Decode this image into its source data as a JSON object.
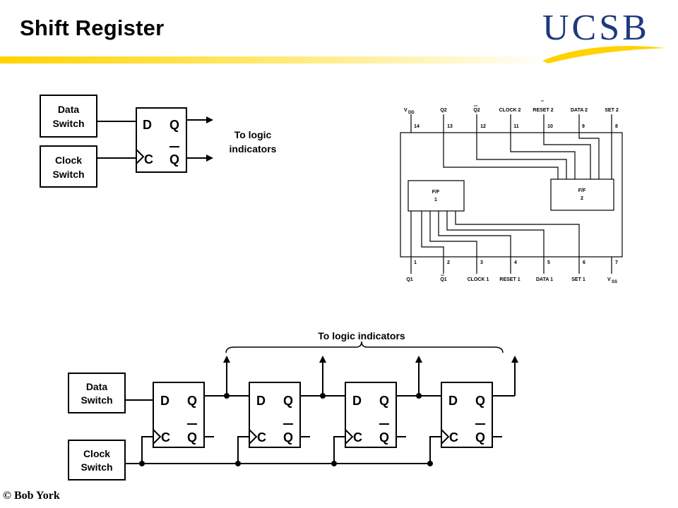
{
  "slide": {
    "title": "Shift Register",
    "logo_text": "UCSB",
    "copyright": "© Bob York",
    "colors": {
      "logo": "#1e3a7b",
      "accent": "#ffd200"
    }
  },
  "single_circuit": {
    "data_switch": [
      "Data",
      "Switch"
    ],
    "clock_switch": [
      "Clock",
      "Switch"
    ],
    "ff": {
      "d": "D",
      "q": "Q",
      "c": "C",
      "qbar": "Q"
    },
    "output_label": [
      "To logic",
      "indicators"
    ]
  },
  "chip_pinout": {
    "top_pins": [
      {
        "num": "14",
        "label": "V",
        "sub": "DD"
      },
      {
        "num": "13",
        "label": "Q2"
      },
      {
        "num": "12",
        "label": "Q2",
        "bar": true
      },
      {
        "num": "11",
        "label": "CLOCK 2"
      },
      {
        "num": "10",
        "label": "RESET 2"
      },
      {
        "num": "9",
        "label": "DATA 2"
      },
      {
        "num": "8",
        "label": "SET 2"
      }
    ],
    "bottom_pins": [
      {
        "num": "1",
        "label": "Q1"
      },
      {
        "num": "2",
        "label": "Q1",
        "bar": true
      },
      {
        "num": "3",
        "label": "CLOCK 1"
      },
      {
        "num": "4",
        "label": "RESET 1"
      },
      {
        "num": "5",
        "label": "DATA 1"
      },
      {
        "num": "6",
        "label": "SET 1"
      },
      {
        "num": "7",
        "label": "V",
        "sub": "SS"
      }
    ],
    "ff1": [
      "F/F",
      "1"
    ],
    "ff2": [
      "F/F",
      "2"
    ]
  },
  "shift_register": {
    "data_switch": [
      "Data",
      "Switch"
    ],
    "clock_switch": [
      "Clock",
      "Switch"
    ],
    "stage_count": 4,
    "ff": {
      "d": "D",
      "q": "Q",
      "c": "C",
      "qbar": "Q"
    },
    "output_label": "To logic indicators"
  }
}
